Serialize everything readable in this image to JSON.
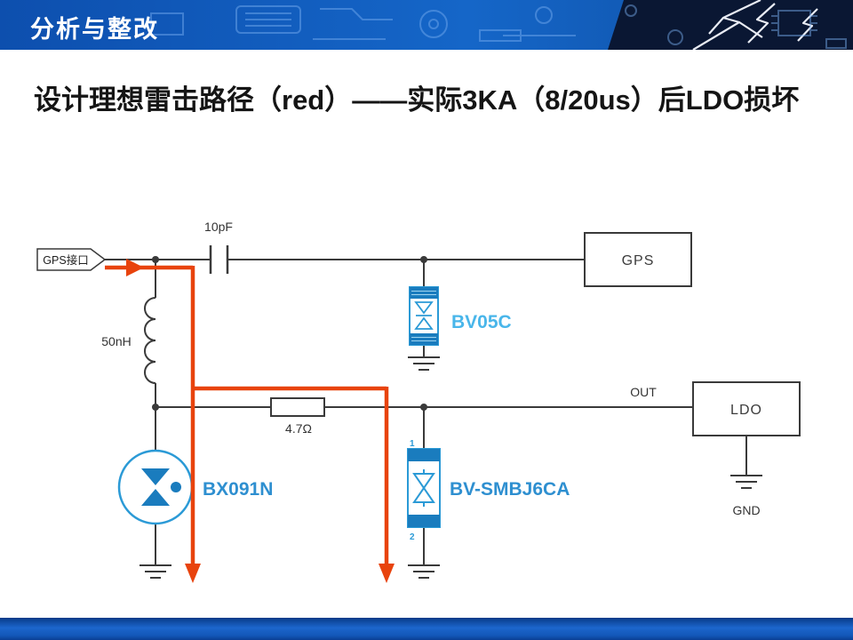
{
  "header": {
    "title": "分析与整改"
  },
  "content": {
    "heading": "设计理想雷击路径（red）——实际3KA（8/20us）后LDO损坏"
  },
  "circuit": {
    "gps_port_label": "GPS接口",
    "capacitor_label": "10pF",
    "inductor_label": "50nH",
    "resistor_label": "4.7Ω",
    "gps_box_label": "GPS",
    "ldo_box_label": "LDO",
    "out_label": "OUT",
    "gnd_label": "GND",
    "tvs_top_label": "BV05C",
    "gdt_label": "BX091N",
    "tvs_bottom_label": "BV-SMBJ6CA",
    "pin1_label": "1",
    "pin2_label": "2"
  },
  "colors": {
    "wire": "#3a3a3a",
    "component_stroke": "#2b9ad6",
    "component_fill": "#1a7cbe",
    "label_light_blue": "#49b6ea",
    "label_blue": "#2e8fd0",
    "surge_red": "#e8430d",
    "header_blue": "#1159b3"
  }
}
